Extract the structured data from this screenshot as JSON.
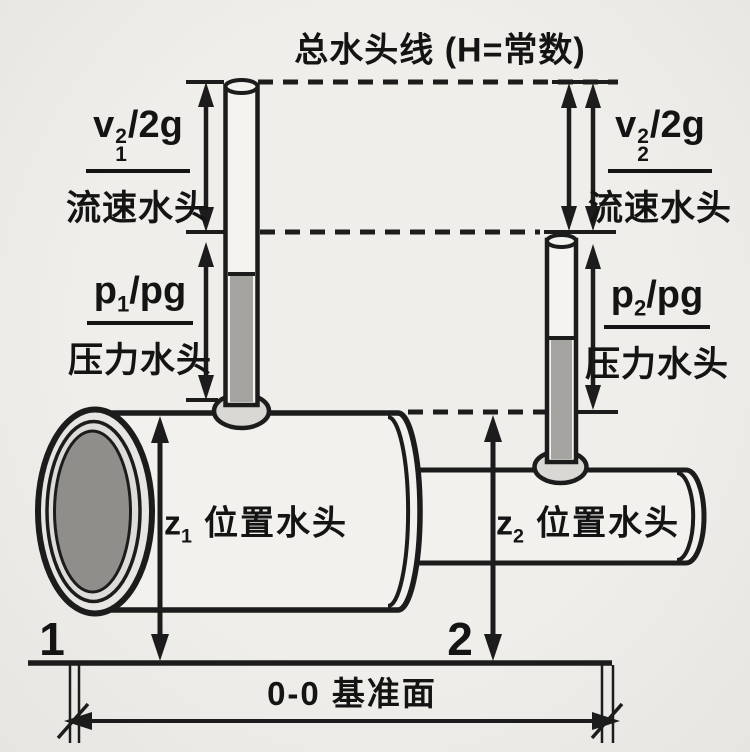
{
  "title": "总水头线 (H=常数)",
  "heads": {
    "v1": {
      "base": "v",
      "sup": "2",
      "sub": "1",
      "rest": "/2g",
      "caption": "流速水头"
    },
    "v2": {
      "base": "v",
      "sup": "2",
      "sub": "2",
      "rest": "/2g",
      "caption": "流速水头"
    },
    "p1": {
      "base": "p",
      "sub": "1",
      "rest": "/pg",
      "caption": "压力水头"
    },
    "p2": {
      "base": "p",
      "sub": "2",
      "rest": "/pg",
      "caption": "压力水头"
    },
    "z1": {
      "base": "z",
      "sub": "1",
      "caption": "位置水头"
    },
    "z2": {
      "base": "z",
      "sub": "2",
      "caption": "位置水头"
    }
  },
  "sections": {
    "s1": "1",
    "s2": "2"
  },
  "datum_label": "0-0 基准面",
  "colors": {
    "background": "#edebe7",
    "line": "#1c1c1c",
    "pipe_interior": "#f3f1ee",
    "pipe_opening_dark": "#8f8e8b",
    "pipe_rim_light": "#e8e6e2",
    "water_column_gray": "#a6a4a1",
    "tube_joint_gray": "#dad8d4"
  }
}
